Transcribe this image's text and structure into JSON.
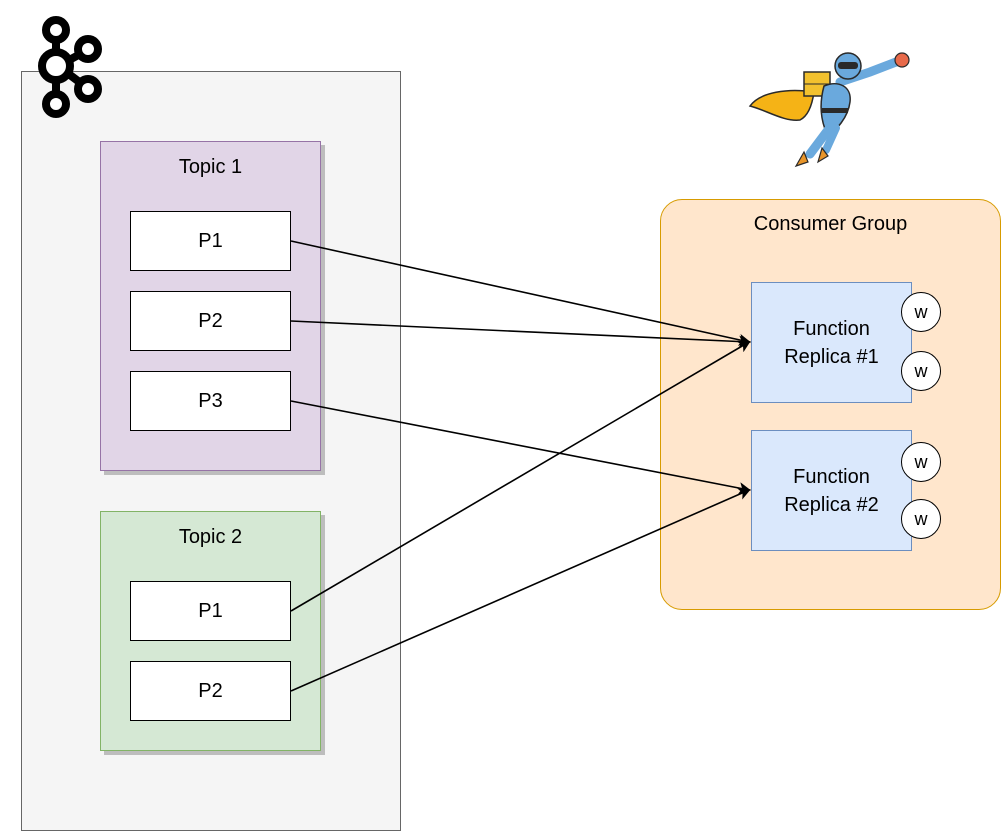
{
  "cluster": {
    "logo_icon": "kafka-logo-icon",
    "topics": [
      {
        "title": "Topic 1",
        "partitions": [
          "P1",
          "P2",
          "P3"
        ]
      },
      {
        "title": "Topic 2",
        "partitions": [
          "P1",
          "P2"
        ]
      }
    ]
  },
  "mascot_icon": "flying-superhero-mascot-icon",
  "consumer_group": {
    "title": "Consumer Group",
    "replicas": [
      {
        "name": "Function Replica #1",
        "workers": [
          "w",
          "w"
        ]
      },
      {
        "name": "Function Replica #2",
        "workers": [
          "w",
          "w"
        ]
      }
    ]
  },
  "connections": [
    {
      "from": "Topic 1 / P1",
      "to": "Function Replica #1"
    },
    {
      "from": "Topic 1 / P2",
      "to": "Function Replica #1"
    },
    {
      "from": "Topic 1 / P3",
      "to": "Function Replica #2"
    },
    {
      "from": "Topic 2 / P1",
      "to": "Function Replica #1"
    },
    {
      "from": "Topic 2 / P2",
      "to": "Function Replica #2"
    }
  ],
  "colors": {
    "cluster_fill": "#f5f5f5",
    "cluster_stroke": "#666666",
    "topic1_fill": "#e1d5e7",
    "topic1_stroke": "#9673a6",
    "topic2_fill": "#d5e8d4",
    "topic2_stroke": "#82b366",
    "group_fill": "#ffe6cc",
    "group_stroke": "#d79b00",
    "replica_fill": "#dae8fc",
    "replica_stroke": "#6c8ebf"
  }
}
